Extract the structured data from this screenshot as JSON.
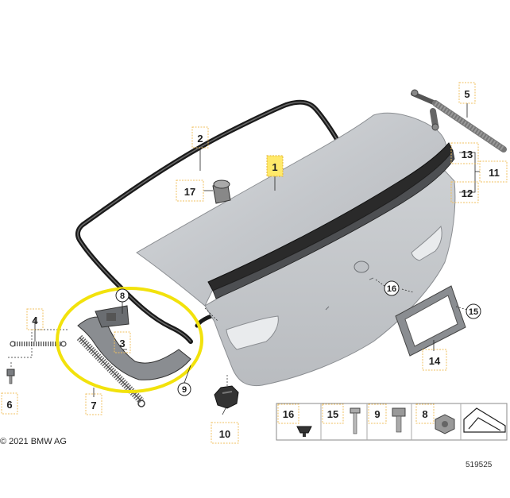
{
  "callouts": {
    "c1": "1",
    "c2": "2",
    "c3": "3",
    "c4": "4",
    "c5": "5",
    "c6": "6",
    "c7": "7",
    "c8": "8",
    "c9": "9",
    "c10": "10",
    "c11": "11",
    "c12": "12",
    "c13": "13",
    "c14": "14",
    "c15": "15",
    "c16": "16",
    "c17": "17"
  },
  "legend": {
    "l16": "16",
    "l15": "15",
    "l9": "9",
    "l8": "8"
  },
  "copyright": "© 2021 BMW AG",
  "diagram_number": "519525",
  "colors": {
    "highlight_circle": "#f2e20c",
    "callout_highlight": "#ffe96a",
    "callout_border": "#f0c060",
    "lid_fill": "#c9ccd0",
    "seal": "#1a1a1a"
  }
}
